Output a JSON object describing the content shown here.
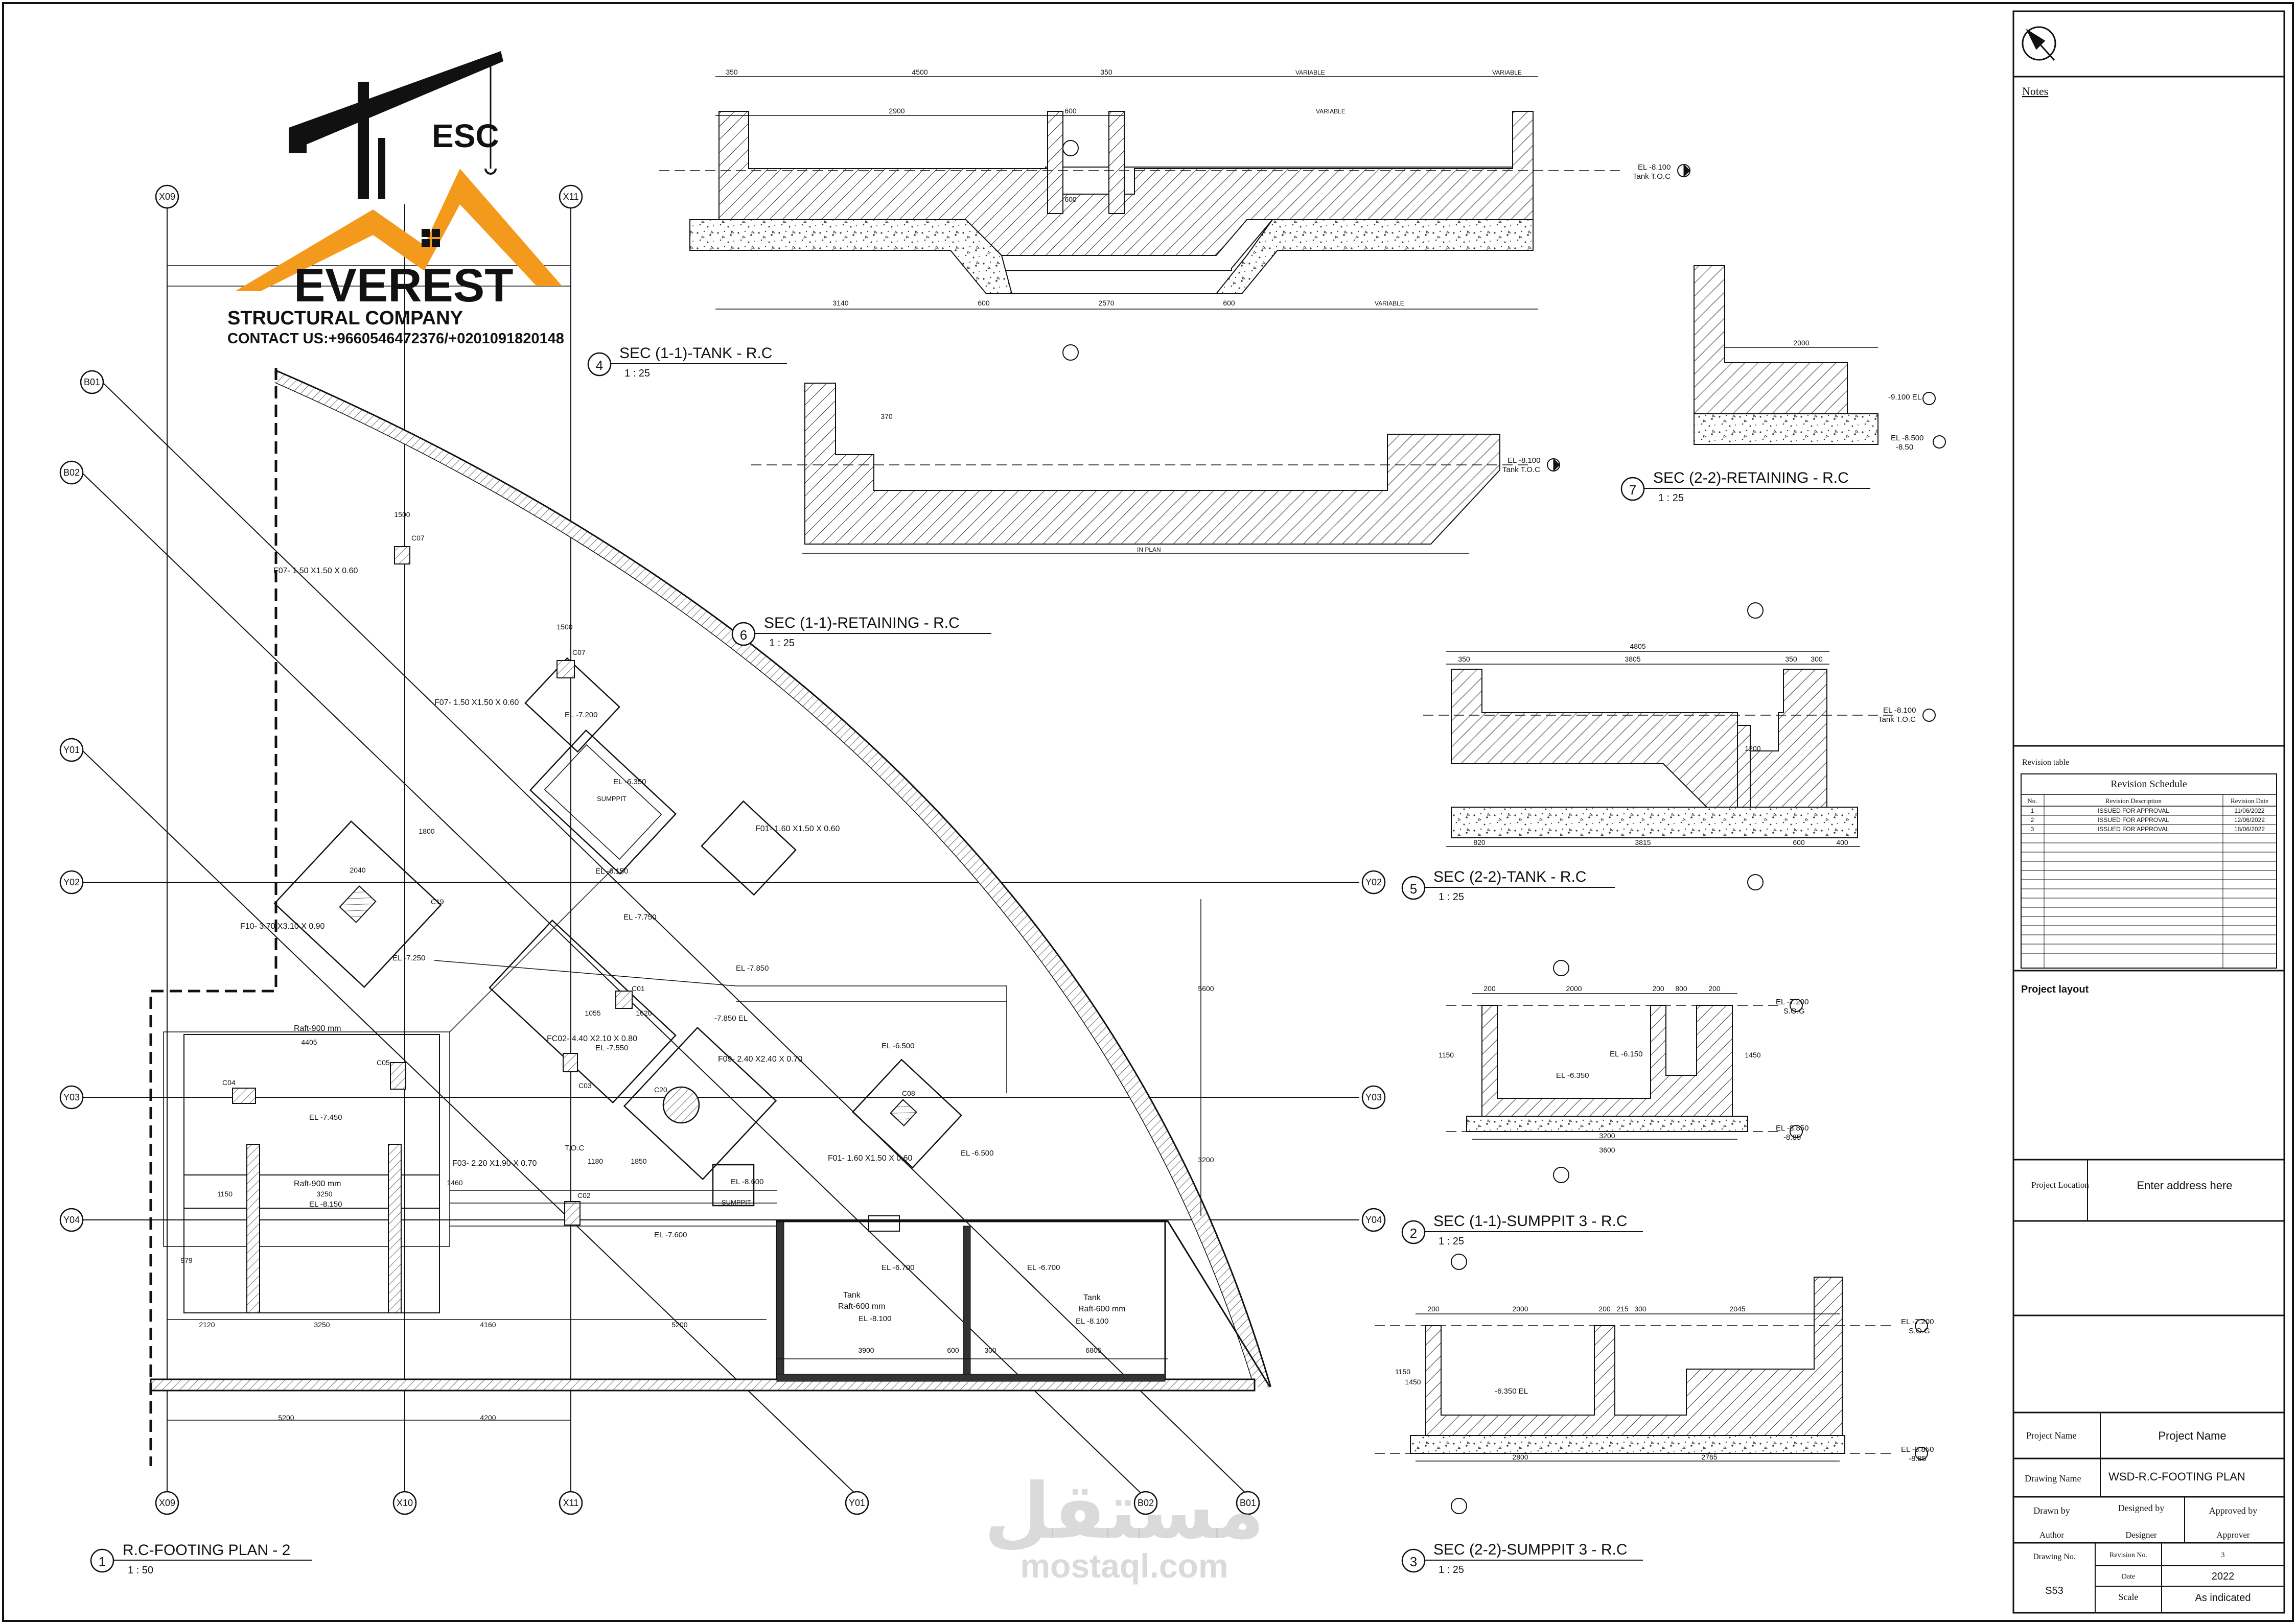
{
  "logo": {
    "esc": "ESC",
    "name": "EVEREST",
    "company": "STRUCTURAL COMPANY",
    "contact": "CONTACT US:+9660546472376/+0201091820148"
  },
  "watermark": {
    "arabic": "مستقل",
    "latin": "mostaql.com"
  },
  "grid": {
    "x09": "X09",
    "x10": "X10",
    "x11": "X11",
    "y01": "Y01",
    "y02": "Y02",
    "y03": "Y03",
    "y04": "Y04",
    "b01": "B01",
    "b02": "B02"
  },
  "views": {
    "plan": {
      "num": "1",
      "title": "R.C-FOOTING PLAN - 2",
      "scale": "1 : 50"
    },
    "sumppit_1": {
      "num": "2",
      "title": "SEC (1-1)-SUMPPIT 3 - R.C",
      "scale": "1 : 25"
    },
    "sumppit_2": {
      "num": "3",
      "title": "SEC (2-2)-SUMPPIT 3 - R.C",
      "scale": "1 : 25"
    },
    "tank_1": {
      "num": "4",
      "title": "SEC (1-1)-TANK - R.C",
      "scale": "1 : 25"
    },
    "tank_2": {
      "num": "5",
      "title": "SEC (2-2)-TANK - R.C",
      "scale": "1 : 25"
    },
    "retaining_1": {
      "num": "6",
      "title": "SEC (1-1)-RETAINING - R.C",
      "scale": "1 : 25"
    },
    "retaining_2": {
      "num": "7",
      "title": "SEC (2-2)-RETAINING - R.C",
      "scale": "1 : 25"
    }
  },
  "footings": {
    "f07a": "F07- 1.50 X1.50 X 0.60",
    "f07b": "F07- 1.50 X1.50 X 0.60",
    "f01a": "F01- 1.60 X1.50 X 0.60",
    "f01b": "F01- 1.60 X1.50 X 0.60",
    "f10": "F10- 3.70 X3.10 X 0.90",
    "fc02": "FC02- 4.40 X2.10 X 0.80",
    "f09": "F09- 2.40 X2.40 X 0.70",
    "f03": "F03- 2.20 X1.90 X 0.70",
    "raft1": "Raft-900 mm",
    "raft2": "Raft-900 mm",
    "tank1": "Tank",
    "tank1b": "Raft-600 mm",
    "tank2": "Tank",
    "tank2b": "Raft-600 mm",
    "sumppit": "SUMPPIT"
  },
  "columns": {
    "c07a": "C07",
    "c07b": "C07",
    "c19": "C19",
    "c01": "C01",
    "c03": "C03",
    "c05": "C05",
    "c04": "C04",
    "c02": "C02",
    "c08": "C08",
    "c20": "C20"
  },
  "levels": {
    "l_7200": "EL -7.200",
    "l_6350": "EL -6.350",
    "l_6150": "EL -6.150",
    "l_7750": "EL -7.750",
    "l_7850a": "EL -7.850",
    "l_7850b": "-7.850 EL",
    "l_7550": "EL -7.550",
    "l_7450": "EL -7.450",
    "l_8150": "EL -8.150",
    "l_7250": "EL -7.250",
    "l_6500": "EL -6.500",
    "l_6500b": "EL -6.500",
    "l_8600": "EL -8.600",
    "l_7600": "EL -7.600",
    "l_6700": "EL -6.700",
    "l_6700b": "EL -6.700",
    "l_8100a": "EL -8.100",
    "l_8100b": "EL -8.100",
    "t_o_c": "T.O.C"
  },
  "section_labels": {
    "tank_el": "EL -8.100",
    "tank_toc": "Tank T.O.C",
    "ret1_el": "EL -8.100",
    "ret1_toc": "Tank T.O.C",
    "ret2_el1": "-9.100 EL",
    "ret2_el2": "EL -8.500",
    "ret2_el3": "-8.50",
    "tank2_el": "EL -8.100",
    "tank2_toc": "Tank T.O.C",
    "sp1_el1": "EL -7.200",
    "sp1_sog": "S.O.G",
    "sp1_el2": "EL -8.850",
    "sp1_el3": "-8.85",
    "sp2_el1": "EL -7.200",
    "sp2_sog": "S.O.G",
    "sp2_el2": "EL -8.850",
    "sp2_el3": "-8.85",
    "sp1_in1": "EL -6.150",
    "sp1_in2": "EL -6.350",
    "sp2_in": "-6.350 EL",
    "variable1": "VARIABLE",
    "variable2": "VARIABLE",
    "variable3": "VARIABLE",
    "variable4": "VARIABLE",
    "in_plan": "IN PLAN"
  },
  "dims": {
    "t1_350": "350",
    "t1_4500": "4500",
    "t1_350b": "350",
    "t1_2900": "2900",
    "t1_600": "600",
    "t1_600b": "600",
    "t1_3140": "3140",
    "t1_600c": "600",
    "t1_2570": "2570",
    "t1_600d": "600",
    "r2_2000": "2000",
    "r1_370": "370",
    "t2_4805": "4805",
    "t2_350": "350",
    "t2_3805": "3805",
    "t2_350b": "350",
    "t2_300": "300",
    "t2_820": "820",
    "t2_3815": "3815",
    "t2_600": "600",
    "t2_400": "400",
    "t2_1200": "1200",
    "s1_200": "200",
    "s1_2000": "2000",
    "s1_200b": "200",
    "s1_800": "800",
    "s1_200c": "200",
    "s1_3200": "3200",
    "s1_3600": "3600",
    "s1_1150": "1150",
    "s1_1450": "1450",
    "s2_200": "200",
    "s2_2000": "2000",
    "s2_200b": "200",
    "s2_215": "215",
    "s2_300": "300",
    "s2_2045": "2045",
    "s2_2800": "2800",
    "s2_2765": "2765",
    "s2_1150": "1150",
    "s2_1450": "1450",
    "p_5200": "5200",
    "p_4200": "4200",
    "p_2120": "2120",
    "p_3250": "3250",
    "p_4160": "4160",
    "p_5200b": "5200",
    "p_4405": "4405",
    "p_3250b": "3250",
    "p_1150": "1150",
    "p_979": "979",
    "p_1500a": "1500",
    "p_1500b": "1500",
    "p_2040": "2040",
    "p_1800": "1800",
    "p_1850": "1850",
    "p_3900": "3900",
    "p_600": "600",
    "p_300": "300",
    "p_6805": "6805",
    "p_5600": "5600",
    "p_3200": "3200",
    "p_1055": "1055",
    "p_1620": "1620",
    "p_1460": "1460",
    "p_1180": "1180"
  },
  "title_block": {
    "notes": "Notes",
    "revision_table": "Revision table",
    "revision_schedule": "Revision Schedule",
    "rev_headers": [
      "No.",
      "Revision Description",
      "Revision Date"
    ],
    "revisions": [
      [
        "1",
        "ISSUED FOR APPROVAL",
        "11/06/2022"
      ],
      [
        "2",
        "ISSUED FOR APPROVAL",
        "12/06/2022"
      ],
      [
        "3",
        "ISSUED FOR APPROVAL",
        "18/06/2022"
      ]
    ],
    "project_layout": "Project layout",
    "project_location_label": "Project Location",
    "project_location_value": "Enter address here",
    "project_name_label": "Project Name",
    "project_name_value": "Project Name",
    "drawing_name_label": "Drawing Name",
    "drawing_name_value": "WSD-R.C-FOOTING PLAN",
    "drawn_by_label": "Drawn by",
    "drawn_by_value": "Author",
    "designed_by_label": "Designed by",
    "designed_by_value": "Designer",
    "approved_by_label": "Approved by",
    "approved_by_value": "Approver",
    "drawing_no_label": "Drawing No.",
    "drawing_no_value": "S53",
    "revision_no_label": "Revision No.",
    "revision_no_value": "3",
    "date_label": "Date",
    "date_value": "2022",
    "scale_label": "Scale",
    "scale_value": "As indicated"
  }
}
